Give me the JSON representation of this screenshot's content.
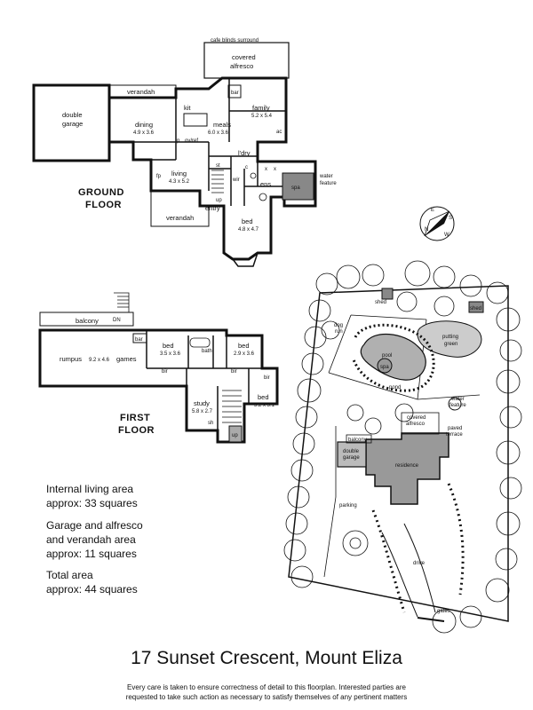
{
  "ground_floor": {
    "title_line1": "GROUND",
    "title_line2": "FLOOR",
    "rooms": {
      "cafe_blinds": "cafe blinds surround",
      "covered_alfresco_1": "covered",
      "covered_alfresco_2": "alfresco",
      "verandah_top": "verandah",
      "double_garage_1": "double",
      "double_garage_2": "garage",
      "kit": "kit",
      "bar": "bar",
      "family": "family",
      "family_dim": "5.2 x 5.4",
      "ac": "ac",
      "dining": "dining",
      "dining_dim": "4.9 x 3.6",
      "meals": "meals",
      "meals_dim": "6.0 x 3.6",
      "p": "p",
      "ov_ref": "ov/ref",
      "ldry": "l'dry",
      "st": "st",
      "c": "c",
      "x1": "x",
      "x2": "x",
      "fp": "fp",
      "living": "living",
      "living_dim": "4.3 x 5.2",
      "wir": "wir",
      "ens": "ens",
      "spa": "spa",
      "water_feature_1": "water",
      "water_feature_2": "feature",
      "up": "up",
      "entry": "entry",
      "verandah_bottom": "verandah",
      "bed": "bed",
      "bed_dim": "4.8 x 4.7"
    }
  },
  "first_floor": {
    "title_line1": "FIRST",
    "title_line2": "FLOOR",
    "rooms": {
      "balcony": "balcony",
      "dn": "DN",
      "bar": "bar",
      "rumpus": "rumpus",
      "rumpus_dim": "9.2 x 4.6",
      "games": "games",
      "bed1": "bed",
      "bed1_dim": "3.5 x 3.6",
      "bath": "bath",
      "bed2": "bed",
      "bed2_dim": "2.9 x 3.6",
      "bir1": "bir",
      "bir2": "bir",
      "bir3": "bir",
      "bed3": "bed",
      "bed3_dim": "3.2 x 3.1",
      "study": "study",
      "study_dim": "5.8 x 2.7",
      "sh": "sh",
      "up": "up"
    }
  },
  "compass": {
    "n": "N",
    "s": "S",
    "e": "E",
    "w": "W"
  },
  "site_plan": {
    "shed1": "shed",
    "shed2": "shed",
    "dog_run_1": "dog",
    "dog_run_2": "run",
    "pool": "pool",
    "spa": "spa",
    "pond": "pond",
    "putting_green_1": "putting",
    "putting_green_2": "green",
    "water_feature_1": "water",
    "water_feature_2": "feature",
    "covered_alfresco_1": "covered",
    "covered_alfresco_2": "alfresco",
    "paved_terrace_1": "paved",
    "paved_terrace_2": "terrace",
    "balcony": "balcony",
    "double_garage_1": "double",
    "double_garage_2": "garage",
    "residence": "residence",
    "parking": "parking",
    "drive": "drive",
    "gates": "gates"
  },
  "areas": {
    "internal_1": "Internal living area",
    "internal_2": "approx: 33 squares",
    "garage_1": "Garage and alfresco",
    "garage_2": "and verandah area",
    "garage_3": "approx: 11 squares",
    "total_1": "Total area",
    "total_2": "approx: 44 squares"
  },
  "address": "17 Sunset Crescent, Mount Eliza",
  "disclaimer_1": "Every care is taken to ensure correctness of detail to this floorplan. Interested parties are",
  "disclaimer_2": "requested to take such action as necessary to satisfy themselves of any pertinent matters"
}
